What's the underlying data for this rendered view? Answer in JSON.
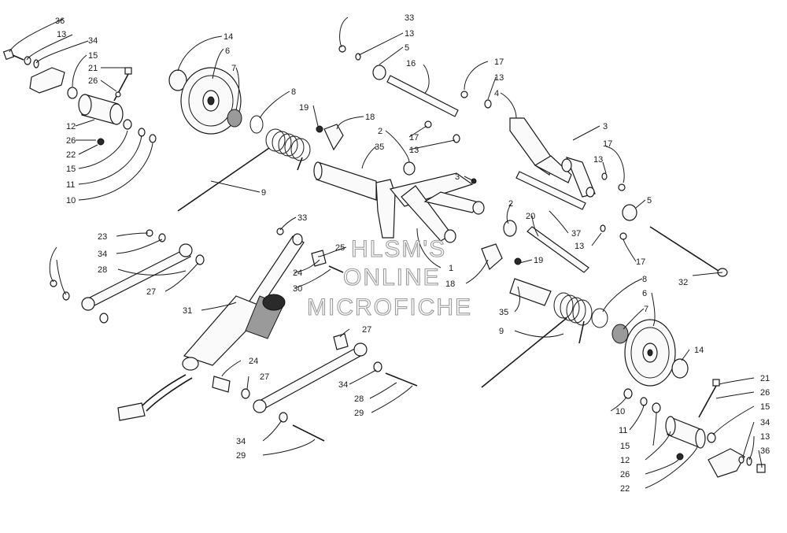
{
  "watermark": {
    "line1": "HLSM'S",
    "line2": "ONLINE",
    "line3": "MICROFICHE"
  },
  "callouts": {
    "c36_tl": "36",
    "c13_tl": "13",
    "c34_tl": "34",
    "c15_tl": "15",
    "c21_tl": "21",
    "c26_tl": "26",
    "c12_tl": "12",
    "c26b_tl": "26",
    "c22_tl": "22",
    "c15b_tl": "15",
    "c11_tl": "11",
    "c10_tl": "10",
    "c14_tl": "14",
    "c6_tl": "6",
    "c7_tl": "7",
    "c8_tl": "8",
    "c19_tl": "19",
    "c18_tl": "18",
    "c35_tl": "35",
    "c9_tl": "9",
    "c33_t": "33",
    "c13_t": "13",
    "c5_t": "5",
    "c16_t": "16",
    "c17_t": "17",
    "c13_t2": "13",
    "c4_t": "4",
    "c2_t": "2",
    "c17_l": "17",
    "c13_l": "13",
    "c3_r": "3",
    "c17_r": "17",
    "c13_r": "13",
    "c3_c": "3",
    "c5_r": "5",
    "c2_m": "2",
    "c20_m": "20",
    "c37_m": "37",
    "c13_m": "13",
    "c17_m": "17",
    "c32_r": "32",
    "c33_m": "33",
    "c23_l": "23",
    "c34_l": "34",
    "c28_l": "28",
    "c27_l": "27",
    "c25_m": "25",
    "c24_m": "24",
    "c30_m": "30",
    "c19_m": "19",
    "c1_m": "1",
    "c18_m": "18",
    "c8_r": "8",
    "c6_r": "6",
    "c7_r": "7",
    "c35_m": "35",
    "c9_m": "9",
    "c31_l": "31",
    "c27_m": "27",
    "c24_b": "24",
    "c27_b": "27",
    "c34_b": "34",
    "c28_b": "28",
    "c29_b": "29",
    "c34_bb": "34",
    "c29_bb": "29",
    "c14_r": "14",
    "c21_r": "21",
    "c26_r": "26",
    "c10_r": "10",
    "c15_r": "15",
    "c11_r": "11",
    "c34_r": "34",
    "c15_r2": "15",
    "c13_r2": "13",
    "c36_r": "36",
    "c12_r": "12",
    "c26_r2": "26",
    "c22_r": "22"
  }
}
